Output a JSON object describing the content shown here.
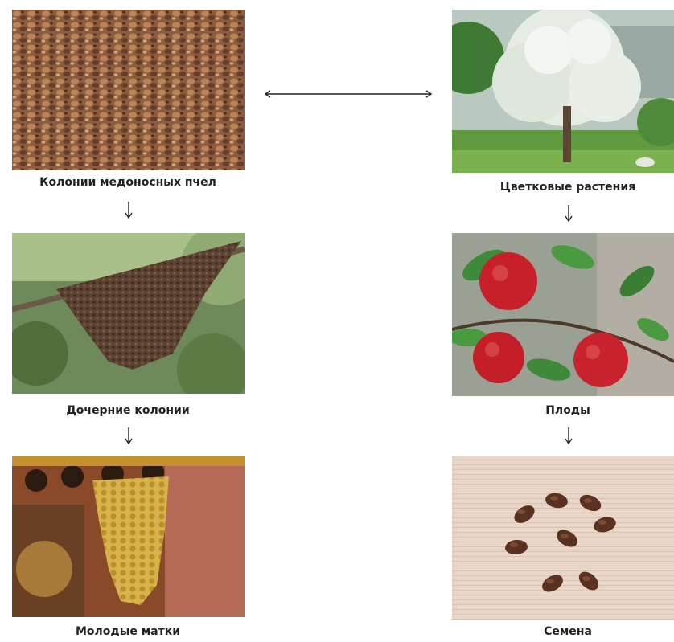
{
  "left_column": {
    "colonies": "Колонии медоносных пчел",
    "daughter_colonies": "Дочерние колонии",
    "young_queens": "Молодые матки"
  },
  "right_column": {
    "flowering_plants": "Цветковые растения",
    "fruits": "Плоды",
    "seeds": "Семена"
  },
  "connector": "bidirectional-arrow"
}
